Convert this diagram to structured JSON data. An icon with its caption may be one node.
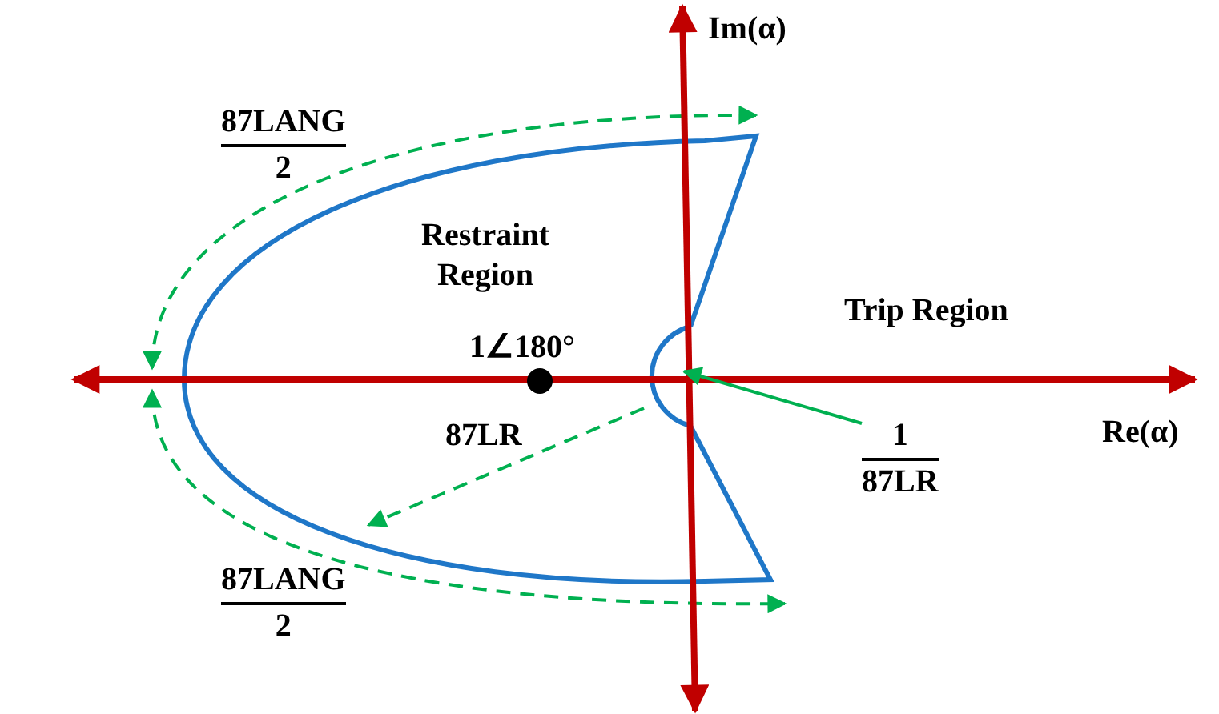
{
  "diagram": {
    "nodes": [
      {
        "text": [
          "1",
          "87LR"
        ]
      },
      {
        "text": [],
        "shape": "arc"
      }
    ],
    "edges": [
      {
        "from": 0,
        "to": 1,
        "arrow": "to",
        "color": "#00b050"
      }
    ],
    "labels": [
      "Im(α)",
      "87LANG",
      "2",
      "Restraint Region",
      "Trip Region",
      "1∠180°",
      "87LR",
      "Re(α)",
      "87LANG",
      "2"
    ]
  }
}
